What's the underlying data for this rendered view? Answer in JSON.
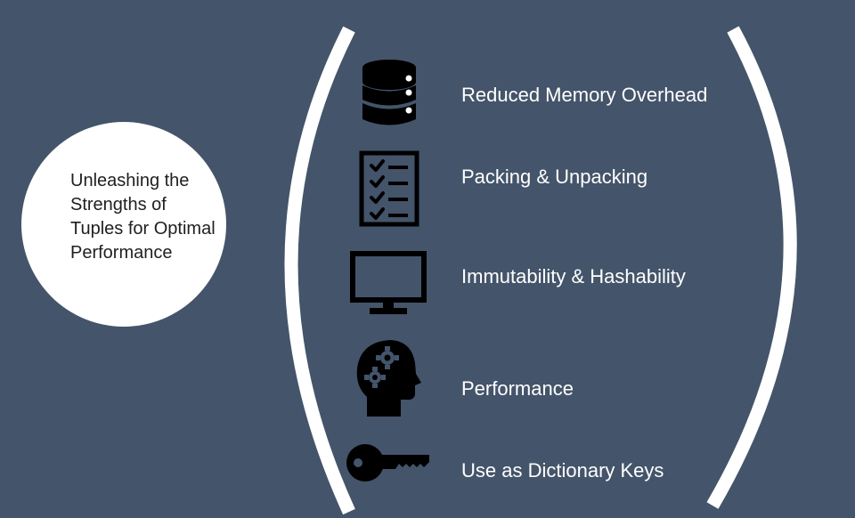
{
  "background_color": "#44546a",
  "center": {
    "text": "Unleashing the Strengths of Tuples for Optimal Performance",
    "fill": "#ffffff"
  },
  "items": [
    {
      "label": "Reduced Memory Overhead",
      "icon": "database-icon"
    },
    {
      "label": "Packing & Unpacking",
      "icon": "checklist-icon"
    },
    {
      "label": "Immutability & Hashability",
      "icon": "monitor-icon"
    },
    {
      "label": "Performance",
      "icon": "head-gears-icon"
    },
    {
      "label": "Use as Dictionary Keys",
      "icon": "key-icon"
    }
  ]
}
